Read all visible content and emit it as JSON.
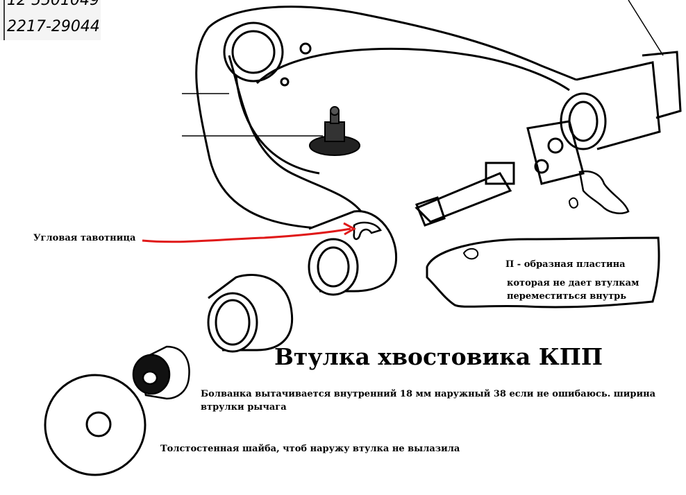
{
  "part_numbers": [
    "12 5501049",
    "2217-29044"
  ],
  "labels": {
    "corner_nut": "Угловая тавотница",
    "plate_line1": "П - образная пластина",
    "plate_line2": "которая не дает втулкам",
    "plate_line3": "переместиться внутрь",
    "title": "Втулка хвостовика КПП",
    "blank_line1": "Болванка вытачивается внутренний 18 мм наружный 38 если не ошибаюсь. ширина",
    "blank_line2": "втрулки рычага",
    "washer": "Толстостенная шайба, чтоб наружу втулка не вылазила"
  },
  "colors": {
    "ink": "#000000",
    "annotation": "#e01818",
    "paper": "#ffffff"
  }
}
